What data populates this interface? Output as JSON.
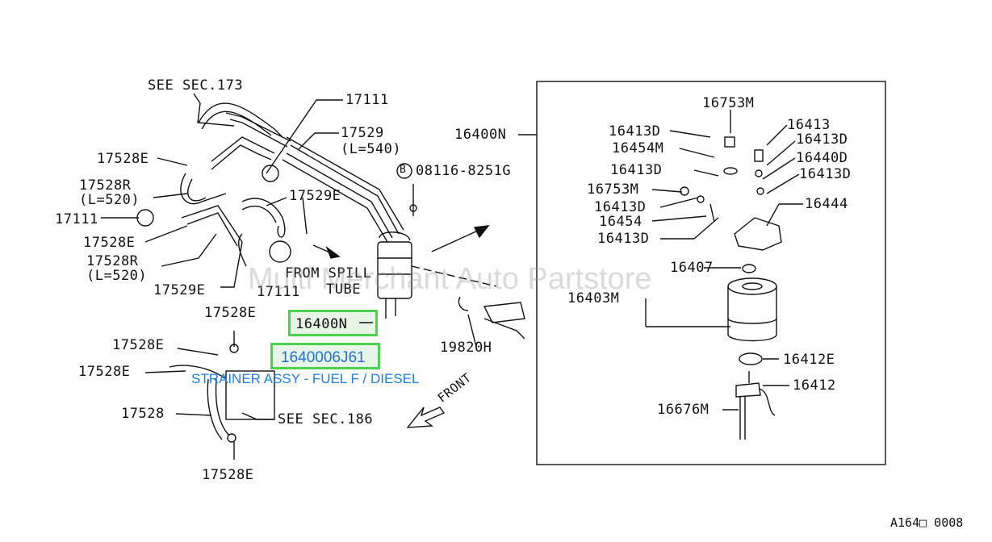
{
  "labels": [
    {
      "id": "see-sec-173",
      "text": "SEE SEC.173"
    },
    {
      "id": "l-17111-a",
      "text": "17111"
    },
    {
      "id": "l-17529-a",
      "text": "17529"
    },
    {
      "id": "l-540",
      "text": "(L=540)"
    },
    {
      "id": "bolt-08116",
      "text": "08116-8251G"
    },
    {
      "id": "l-17528e-a",
      "text": "17528E"
    },
    {
      "id": "l-17528r-a",
      "text": "17528R"
    },
    {
      "id": "l-520-a",
      "text": "(L=520)"
    },
    {
      "id": "l-17111-b",
      "text": "17111"
    },
    {
      "id": "l-17528e-b",
      "text": "17528E"
    },
    {
      "id": "l-17528r-b",
      "text": "17528R"
    },
    {
      "id": "l-520-b",
      "text": "(L=520)"
    },
    {
      "id": "l-17529e-a",
      "text": "17529E"
    },
    {
      "id": "l-17529e-b",
      "text": "17529E"
    },
    {
      "id": "l-17111-c",
      "text": "17111"
    },
    {
      "id": "from-spill",
      "text": "FROM SPILL"
    },
    {
      "id": "tube",
      "text": "TUBE"
    },
    {
      "id": "l-17528e-c",
      "text": "17528E"
    },
    {
      "id": "l-17528e-d",
      "text": "17528E"
    },
    {
      "id": "l-17528e-e",
      "text": "17528E"
    },
    {
      "id": "l-17528",
      "text": "17528"
    },
    {
      "id": "see-sec-186",
      "text": "SEE SEC.186"
    },
    {
      "id": "l-17528e-f",
      "text": "17528E"
    },
    {
      "id": "l-19820h",
      "text": "19820H"
    },
    {
      "id": "front",
      "text": "FRONT"
    },
    {
      "id": "l-16400n-box",
      "text": "16400N"
    },
    {
      "id": "d-16753m-a",
      "text": "16753M"
    },
    {
      "id": "d-16413d-a",
      "text": "16413D"
    },
    {
      "id": "d-16413",
      "text": "16413"
    },
    {
      "id": "d-16454m",
      "text": "16454M"
    },
    {
      "id": "d-16413d-b",
      "text": "16413D"
    },
    {
      "id": "d-16440d",
      "text": "16440D"
    },
    {
      "id": "d-16413d-c",
      "text": "16413D"
    },
    {
      "id": "d-16413d-d",
      "text": "16413D"
    },
    {
      "id": "d-16753m-b",
      "text": "16753M"
    },
    {
      "id": "d-16444",
      "text": "16444"
    },
    {
      "id": "d-16413d-e",
      "text": "16413D"
    },
    {
      "id": "d-16454",
      "text": "16454"
    },
    {
      "id": "d-16413d-f",
      "text": "16413D"
    },
    {
      "id": "d-16407",
      "text": "16407"
    },
    {
      "id": "d-16403m",
      "text": "16403M"
    },
    {
      "id": "d-16412e",
      "text": "16412E"
    },
    {
      "id": "d-16412",
      "text": "16412"
    },
    {
      "id": "d-16676m",
      "text": "16676M"
    }
  ],
  "highlight": {
    "callout": "16400N",
    "part_number": "1640006J61",
    "description": "STRAINER ASSY - FUEL F / DIESEL"
  },
  "bolt_marker": "B",
  "watermark": "Multi Merchant Auto Partstore",
  "figure_ref": "A164□ 0008",
  "colors": {
    "highlight_border": "#4cd24c",
    "highlight_fill": "#e6f5e6",
    "part_text": "#1f6fd6",
    "line": "#111111"
  }
}
